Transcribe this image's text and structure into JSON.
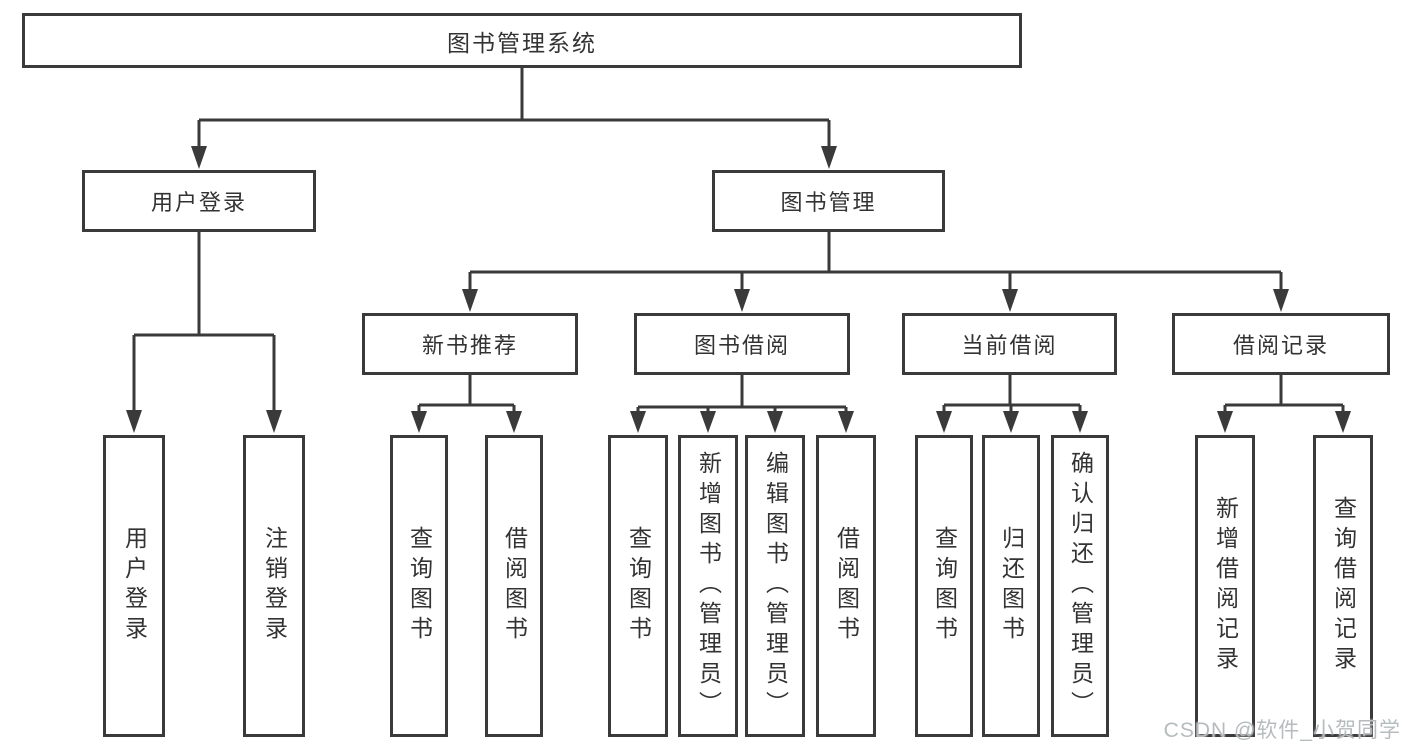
{
  "colors": {
    "line": "#3a3a3a",
    "text": "#333333",
    "box_bg": "#ffffff",
    "watermark": "#b6bcbe"
  },
  "tree": {
    "label": "图书管理系统",
    "children": [
      {
        "label": "用户登录",
        "children": [
          {
            "label": "用户登录"
          },
          {
            "label": "注销登录"
          }
        ]
      },
      {
        "label": "图书管理",
        "children": [
          {
            "label": "新书推荐",
            "children": [
              {
                "label": "查询图书"
              },
              {
                "label": "借阅图书"
              }
            ]
          },
          {
            "label": "图书借阅",
            "children": [
              {
                "label": "查询图书"
              },
              {
                "label": "新增图书（管理员）"
              },
              {
                "label": "编辑图书（管理员）"
              },
              {
                "label": "借阅图书"
              }
            ]
          },
          {
            "label": "当前借阅",
            "children": [
              {
                "label": "查询图书"
              },
              {
                "label": "归还图书"
              },
              {
                "label": "确认归还（管理员）"
              }
            ]
          },
          {
            "label": "借阅记录",
            "children": [
              {
                "label": "新增借阅记录"
              },
              {
                "label": "查询借阅记录"
              }
            ]
          }
        ]
      }
    ]
  },
  "watermark": {
    "text": "CSDN @软件_小贺同学"
  }
}
